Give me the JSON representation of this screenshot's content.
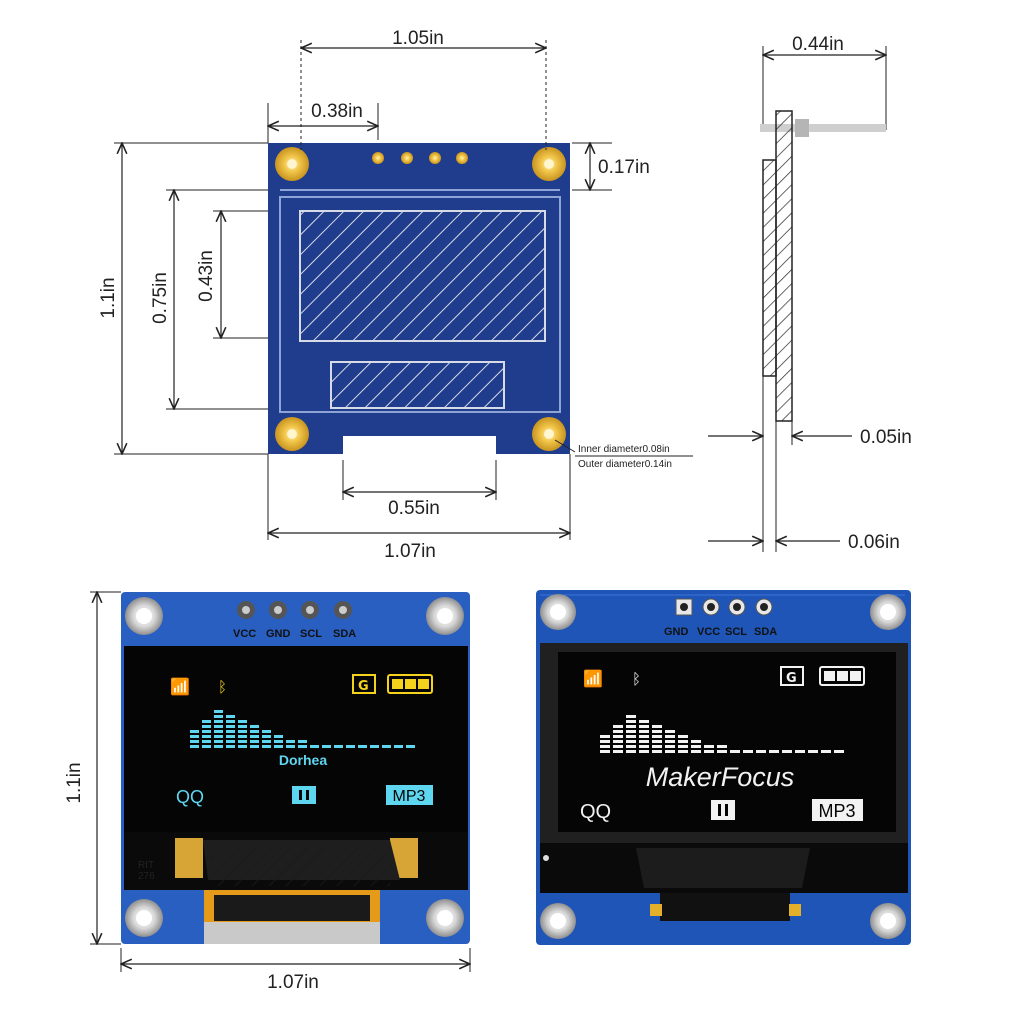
{
  "drawing": {
    "width_top": "1.05in",
    "hole_offset": "0.38in",
    "height_total": "1.1in",
    "height_75": "0.75in",
    "height_43": "0.43in",
    "top_margin": "0.17in",
    "width_bottom": "0.55in",
    "width_total": "1.07in",
    "hole_inner": "Inner diameter0.08in",
    "hole_outer": "Outer diameter0.14in",
    "side_depth": "0.44in",
    "side_thick_05": "0.05in",
    "side_thick_06": "0.06in"
  },
  "photo_left": {
    "pins": [
      "VCC",
      "GND",
      "SCL",
      "SDA"
    ],
    "brand": "Dorhea",
    "label_qq": "QQ",
    "label_mp3": "MP3",
    "height": "1.1in",
    "width": "1.07in",
    "silk": "RIT\n276",
    "accent_yellow": "#f5d21b",
    "accent_blue": "#5fd6f0"
  },
  "photo_right": {
    "pins": [
      "GND",
      "VCC",
      "SCL",
      "SDA"
    ],
    "brand": "MakerFocus",
    "label_qq": "QQ",
    "label_mp3": "MP3",
    "accent_white": "#f2f2f2"
  },
  "colors": {
    "pcb_blue": "#1b3f8f",
    "pcb_light": "#2a63c7",
    "gold": "#e8b83a"
  }
}
